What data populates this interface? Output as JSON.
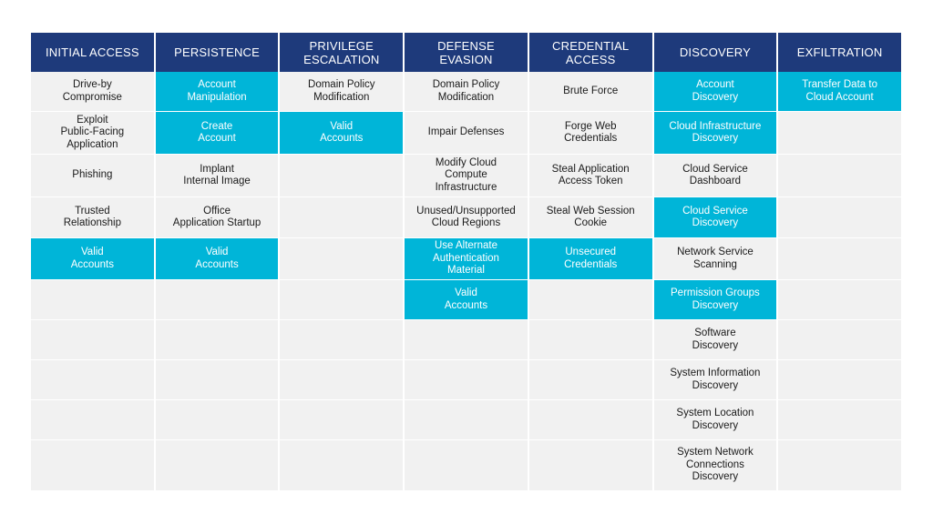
{
  "colors": {
    "header": "#1e3a7b",
    "highlight": "#00b5d8",
    "cell": "#f1f1f1"
  },
  "tactics": [
    {
      "name": "INITIAL ACCESS",
      "techniques": [
        {
          "label": "Drive-by\nCompromise",
          "highlighted": false
        },
        {
          "label": "Exploit\nPublic-Facing\nApplication",
          "highlighted": false
        },
        {
          "label": "Phishing",
          "highlighted": false
        },
        {
          "label": "Trusted\nRelationship",
          "highlighted": false
        },
        {
          "label": "Valid\nAccounts",
          "highlighted": true
        }
      ]
    },
    {
      "name": "PERSISTENCE",
      "techniques": [
        {
          "label": "Account\nManipulation",
          "highlighted": true
        },
        {
          "label": "Create\nAccount",
          "highlighted": true
        },
        {
          "label": "Implant\nInternal Image",
          "highlighted": false
        },
        {
          "label": "Office\nApplication Startup",
          "highlighted": false
        },
        {
          "label": "Valid\nAccounts",
          "highlighted": true
        }
      ]
    },
    {
      "name": "PRIVILEGE\nESCALATION",
      "techniques": [
        {
          "label": "Domain Policy\nModification",
          "highlighted": false
        },
        {
          "label": "Valid\nAccounts",
          "highlighted": true
        }
      ]
    },
    {
      "name": "DEFENSE\nEVASION",
      "techniques": [
        {
          "label": "Domain Policy\nModification",
          "highlighted": false
        },
        {
          "label": "Impair Defenses",
          "highlighted": false
        },
        {
          "label": "Modify Cloud\nCompute\nInfrastructure",
          "highlighted": false
        },
        {
          "label": "Unused/Unsupported\nCloud Regions",
          "highlighted": false
        },
        {
          "label": "Use Alternate\nAuthentication\nMaterial",
          "highlighted": true
        },
        {
          "label": "Valid\nAccounts",
          "highlighted": true
        }
      ]
    },
    {
      "name": "CREDENTIAL\nACCESS",
      "techniques": [
        {
          "label": "Brute Force",
          "highlighted": false
        },
        {
          "label": "Forge Web\nCredentials",
          "highlighted": false
        },
        {
          "label": "Steal Application\nAccess Token",
          "highlighted": false
        },
        {
          "label": "Steal Web Session\nCookie",
          "highlighted": false
        },
        {
          "label": "Unsecured\nCredentials",
          "highlighted": true
        }
      ]
    },
    {
      "name": "DISCOVERY",
      "techniques": [
        {
          "label": "Account\nDiscovery",
          "highlighted": true
        },
        {
          "label": "Cloud Infrastructure\nDiscovery",
          "highlighted": true
        },
        {
          "label": "Cloud Service\nDashboard",
          "highlighted": false
        },
        {
          "label": "Cloud Service\nDiscovery",
          "highlighted": true
        },
        {
          "label": "Network Service\nScanning",
          "highlighted": false
        },
        {
          "label": "Permission Groups\nDiscovery",
          "highlighted": true
        },
        {
          "label": "Software\nDiscovery",
          "highlighted": false
        },
        {
          "label": "System Information\nDiscovery",
          "highlighted": false
        },
        {
          "label": "System Location\nDiscovery",
          "highlighted": false
        },
        {
          "label": "System Network\nConnections\nDiscovery",
          "highlighted": false
        }
      ]
    },
    {
      "name": "EXFILTRATION",
      "techniques": [
        {
          "label": "Transfer Data to\nCloud Account",
          "highlighted": true
        }
      ]
    }
  ]
}
